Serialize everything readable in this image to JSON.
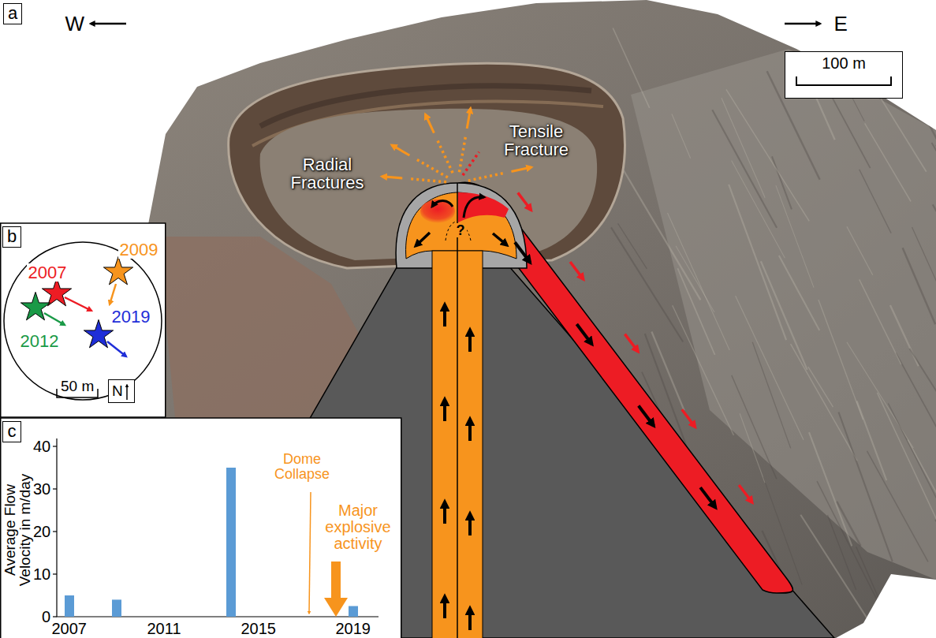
{
  "diagram": {
    "nodes": [
      {
        "text": [
          "a"
        ]
      },
      {
        "text": [
          "100 m"
        ]
      },
      {
        "text": [
          "b"
        ]
      },
      {
        "text": [
          "N"
        ]
      },
      {
        "text": [
          "c"
        ]
      }
    ],
    "labels": [
      "W",
      "E",
      "Radial Fractures",
      "Tensile Fracture",
      "?",
      "2007",
      "2009",
      "2012",
      "2019",
      "50 m",
      "Average Flow Velocity in m/day",
      "40",
      "30",
      "20",
      "10",
      "0",
      "2007",
      "2011",
      "2015",
      "2019",
      "Dome Collapse",
      "Major explosive activity"
    ]
  }
}
